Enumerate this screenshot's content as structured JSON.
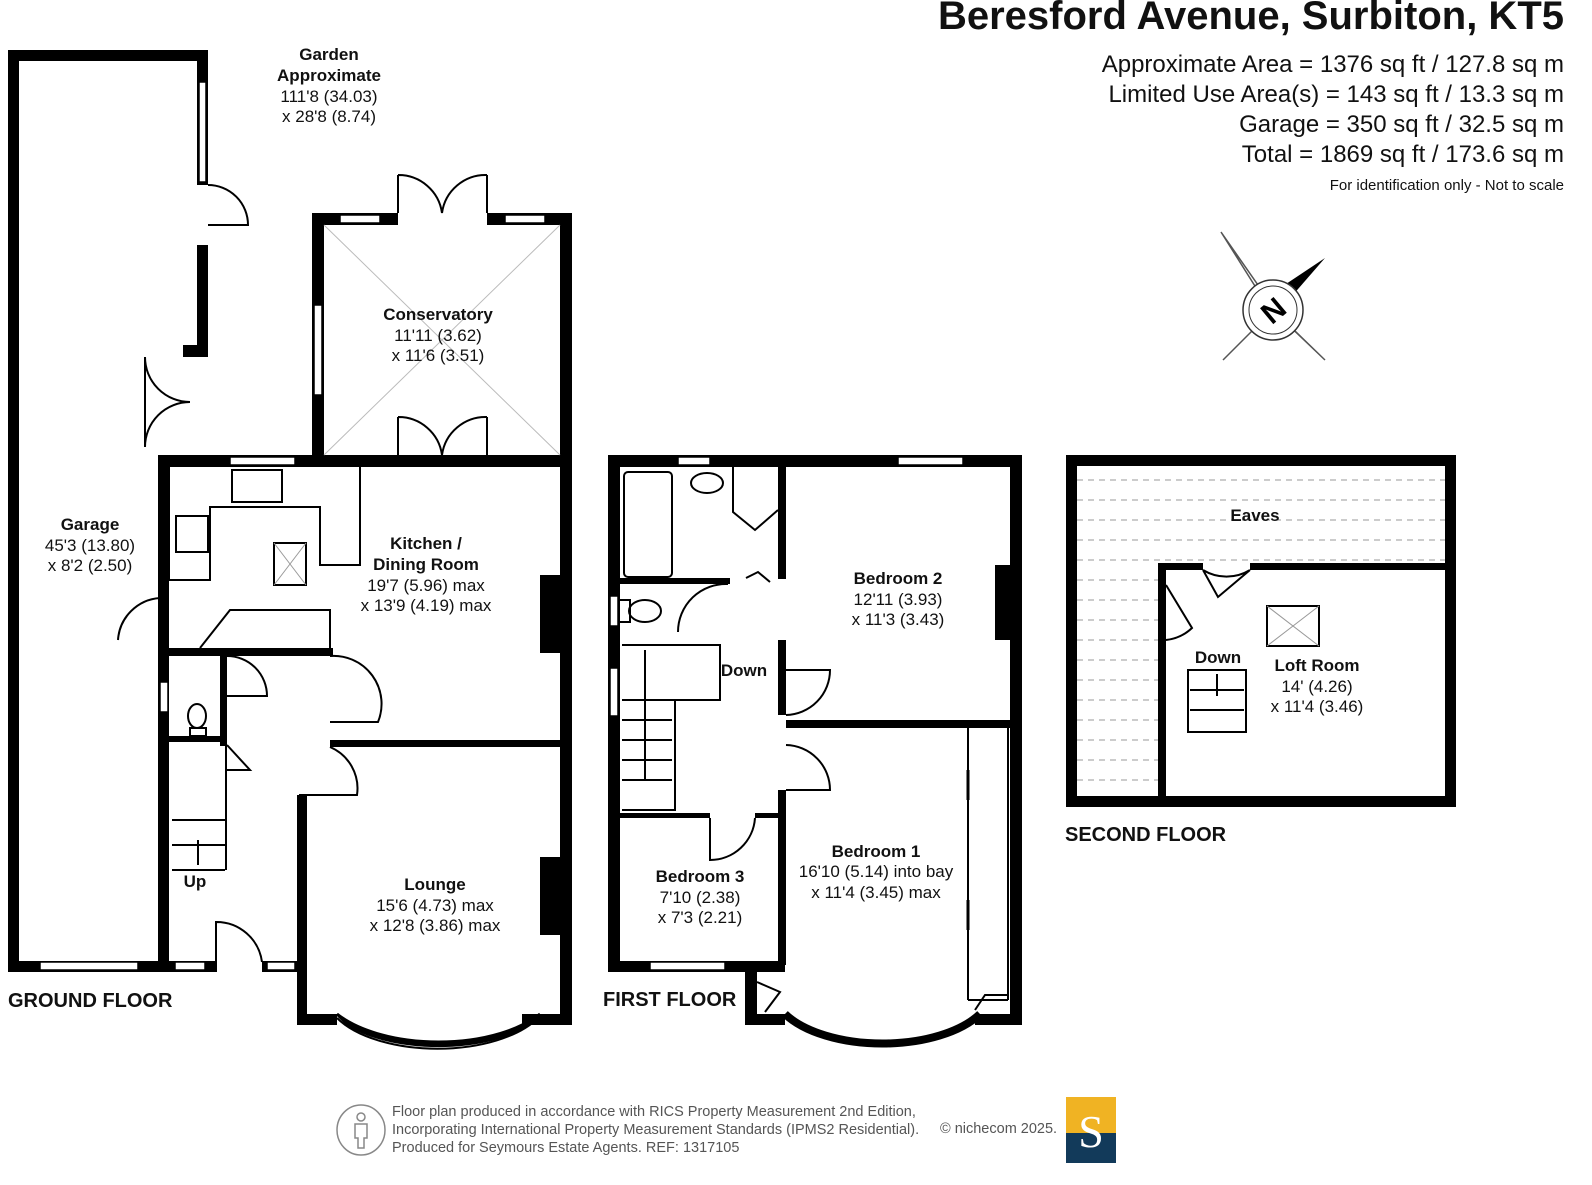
{
  "header": {
    "title": "Beresford Avenue, Surbiton, KT5",
    "areas": [
      "Approximate Area = 1376 sq ft / 127.8 sq m",
      "Limited Use Area(s) = 143 sq ft / 13.3 sq m",
      "Garage = 350 sq ft / 32.5 sq m",
      "Total = 1869 sq ft / 173.6 sq m"
    ],
    "note": "For identification only - Not to scale"
  },
  "floors": {
    "ground": "GROUND FLOOR",
    "first": "FIRST FLOOR",
    "second": "SECOND FLOOR"
  },
  "rooms": {
    "garden": {
      "name1": "Garden",
      "name2": "Approximate",
      "d1": "111'8 (34.03)",
      "d2": "x 28'8 (8.74)"
    },
    "conservatory": {
      "name": "Conservatory",
      "d1": "11'11 (3.62)",
      "d2": "x 11'6 (3.51)"
    },
    "garage": {
      "name": "Garage",
      "d1": "45'3 (13.80)",
      "d2": "x 8'2 (2.50)"
    },
    "kitchen": {
      "name1": "Kitchen /",
      "name2": "Dining Room",
      "d1": "19'7 (5.96) max",
      "d2": "x 13'9 (4.19) max"
    },
    "lounge": {
      "name": "Lounge",
      "d1": "15'6 (4.73) max",
      "d2": "x 12'8 (3.86) max"
    },
    "bedroom2": {
      "name": "Bedroom 2",
      "d1": "12'11 (3.93)",
      "d2": "x 11'3 (3.43)"
    },
    "bedroom1": {
      "name": "Bedroom 1",
      "d1": "16'10 (5.14) into bay",
      "d2": "x 11'4 (3.45) max"
    },
    "bedroom3": {
      "name": "Bedroom 3",
      "d1": "7'10 (2.38)",
      "d2": "x 7'3 (2.21)"
    },
    "eaves": {
      "name": "Eaves"
    },
    "loft": {
      "name": "Loft Room",
      "d1": "14' (4.26)",
      "d2": "x 11'4 (3.46)"
    }
  },
  "stairs": {
    "up": "Up",
    "down_first": "Down",
    "down_second": "Down"
  },
  "compass": {
    "label": "N"
  },
  "footer": {
    "lines": [
      "Floor plan produced in accordance with RICS Property Measurement 2nd Edition,",
      "Incorporating International Property Measurement Standards (IPMS2 Residential).",
      "Produced for Seymours Estate Agents.   REF: 1317105"
    ],
    "copyright": "© nichecom 2025.",
    "logo_letter": "S"
  },
  "colors": {
    "logo_top": "#f0b323",
    "logo_bottom": "#123a5a"
  }
}
